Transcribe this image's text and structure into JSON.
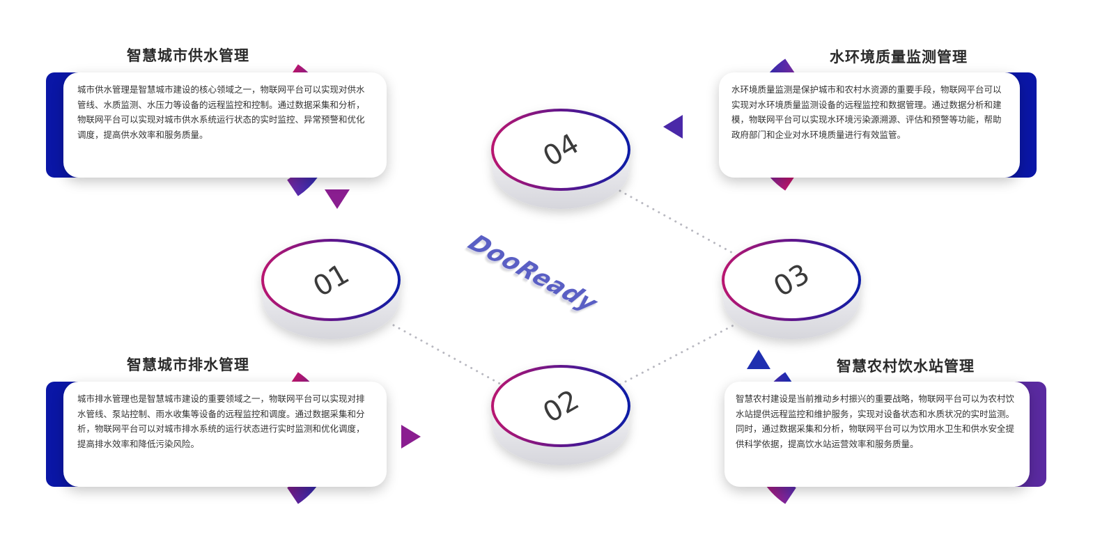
{
  "sections": [
    {
      "number": "01",
      "title": "智慧城市供水管理",
      "text": "城市供水管理是智慧城市建设的核心领域之一，物联网平台可以实现对供水管线、水质监测、水压力等设备的远程监控和控制。通过数据采集和分析，物联网平台可以实现对城市供水系统运行状态的实时监控、异常预警和优化调度，提高供水效率和服务质量。"
    },
    {
      "number": "02",
      "title": "智慧城市排水管理",
      "text": "城市排水管理也是智慧城市建设的重要领域之一，物联网平台可以实现对排水管线、泵站控制、雨水收集等设备的远程监控和调度。通过数据采集和分析，物联网平台可以对城市排水系统的运行状态进行实时监测和优化调度，提高排水效率和降低污染风险。"
    },
    {
      "number": "03",
      "title": "智慧农村饮水站管理",
      "text": "智慧农村建设是当前推动乡村振兴的重要战略，物联网平台可以为农村饮水站提供远程监控和维护服务，实现对设备状态和水质状况的实时监测。同时，通过数据采集和分析，物联网平台可以为饮用水卫生和供水安全提供科学依据，提高饮水站运营效率和服务质量。"
    },
    {
      "number": "04",
      "title": "水环境质量监测管理",
      "text": "水环境质量监测是保护城市和农村水资源的重要手段，物联网平台可以实现对水环境质量监测设备的远程监控和数据管理。通过数据分析和建模，物联网平台可以实现水环境污染源溯源、评估和预警等功能，帮助政府部门和企业对水环境质量进行有效监管。"
    }
  ],
  "logo": "DooReady",
  "colors": {
    "blue": "#1f2fb0",
    "navy": "#0a1aa8",
    "magenta": "#b5166e",
    "purple": "#5a2aa0",
    "disc_top": "#ffffff",
    "disc_side": "#e6e6ea",
    "number": "#3a3a3a"
  }
}
